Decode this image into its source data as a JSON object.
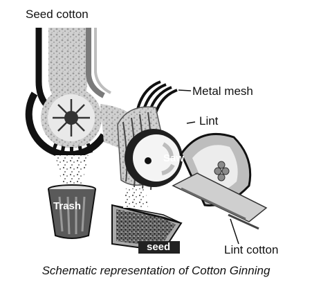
{
  "labels": {
    "seed_cotton": "Seed cotton",
    "metal_mesh": "Metal mesh",
    "lint": "Lint",
    "saw": "Saw",
    "trash": "Trash",
    "seed": "seed",
    "lint_cotton": "Lint cotton"
  },
  "caption": "Schematic representation of Cotton Ginning",
  "colors": {
    "ink": "#111111",
    "dark_gray": "#3a3a3a",
    "mid_gray": "#8a8a8a",
    "light_gray": "#c8c8c8"
  }
}
